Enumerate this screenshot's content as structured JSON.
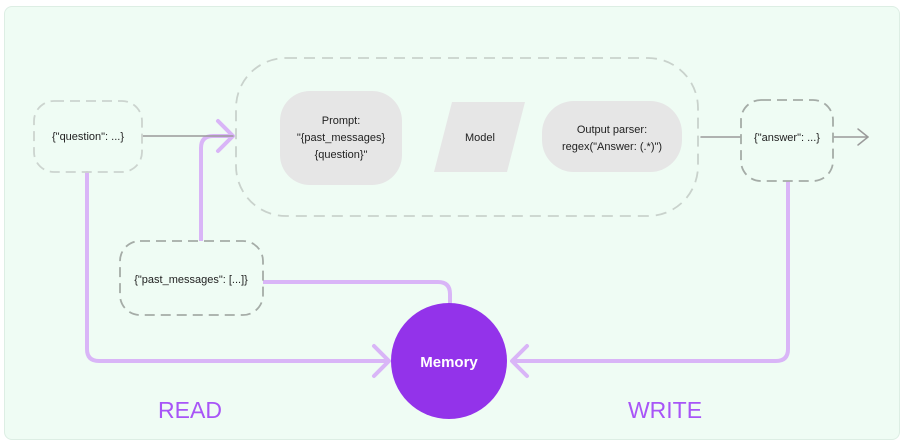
{
  "diagram": {
    "nodes": {
      "question": {
        "label": "{\"question\": ...}"
      },
      "past_messages": {
        "label": "{\"past_messages\": [...]}"
      },
      "prompt": {
        "line1": "Prompt:",
        "line2": "\"{past_messages}",
        "line3": "{question}\""
      },
      "model": {
        "label": "Model"
      },
      "output_parser": {
        "line1": "Output parser:",
        "line2": "regex(\"Answer: (.*)\")"
      },
      "answer": {
        "label": "{\"answer\": ...}"
      },
      "memory": {
        "label": "Memory"
      }
    },
    "labels": {
      "read": "READ",
      "write": "WRITE"
    },
    "colors": {
      "background": "#effcf4",
      "purple_line": "#d9b5f7",
      "memory_fill": "#9333ea",
      "label_purple": "#a855f7",
      "gray_box": "#e6e6e6",
      "dashed_border": "#c9d2cc",
      "node_dashed_border": "#a5aca7",
      "arrow_gray": "#9a9a9a"
    }
  }
}
